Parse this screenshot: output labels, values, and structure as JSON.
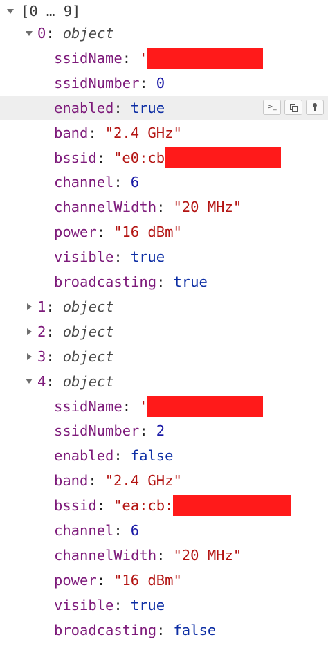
{
  "root": {
    "summary": "[0 … 9]"
  },
  "rows": [
    {
      "type": "object",
      "index": "0",
      "label": "object",
      "expanded": true
    },
    {
      "key": "ssidName",
      "value": "'",
      "vtype": "s",
      "redacted": true
    },
    {
      "key": "ssidNumber",
      "value": "0",
      "vtype": "n"
    },
    {
      "key": "enabled",
      "value": "true",
      "vtype": "b",
      "hover": true
    },
    {
      "key": "band",
      "value": "\"2.4 GHz\"",
      "vtype": "s"
    },
    {
      "key": "bssid",
      "value": "\"e0:cb",
      "vtype": "s",
      "redacted": true
    },
    {
      "key": "channel",
      "value": "6",
      "vtype": "n"
    },
    {
      "key": "channelWidth",
      "value": "\"20 MHz\"",
      "vtype": "s"
    },
    {
      "key": "power",
      "value": "\"16 dBm\"",
      "vtype": "s"
    },
    {
      "key": "visible",
      "value": "true",
      "vtype": "b"
    },
    {
      "key": "broadcasting",
      "value": "true",
      "vtype": "b"
    },
    {
      "type": "object",
      "index": "1",
      "label": "object",
      "expanded": false
    },
    {
      "type": "object",
      "index": "2",
      "label": "object",
      "expanded": false
    },
    {
      "type": "object",
      "index": "3",
      "label": "object",
      "expanded": false
    },
    {
      "type": "object",
      "index": "4",
      "label": "object",
      "expanded": true
    },
    {
      "key": "ssidName",
      "value": "'",
      "vtype": "s",
      "redacted": true
    },
    {
      "key": "ssidNumber",
      "value": "2",
      "vtype": "n"
    },
    {
      "key": "enabled",
      "value": "false",
      "vtype": "b"
    },
    {
      "key": "band",
      "value": "\"2.4 GHz\"",
      "vtype": "s"
    },
    {
      "key": "bssid",
      "value": "\"ea:cb:",
      "vtype": "s",
      "redacted": true
    },
    {
      "key": "channel",
      "value": "6",
      "vtype": "n"
    },
    {
      "key": "channelWidth",
      "value": "\"20 MHz\"",
      "vtype": "s"
    },
    {
      "key": "power",
      "value": "\"16 dBm\"",
      "vtype": "s"
    },
    {
      "key": "visible",
      "value": "true",
      "vtype": "b"
    },
    {
      "key": "broadcasting",
      "value": "false",
      "vtype": "b"
    }
  ],
  "hover_tools": [
    {
      "name": "console-icon",
      "glyph": ">_"
    },
    {
      "name": "copy-icon"
    },
    {
      "name": "pin-icon"
    }
  ],
  "colors": {
    "key": "#7d1a7a",
    "string": "#b31412",
    "number": "#1a1aa6",
    "boolean": "#0d2ea4",
    "redaction": "#ff1a1a"
  }
}
